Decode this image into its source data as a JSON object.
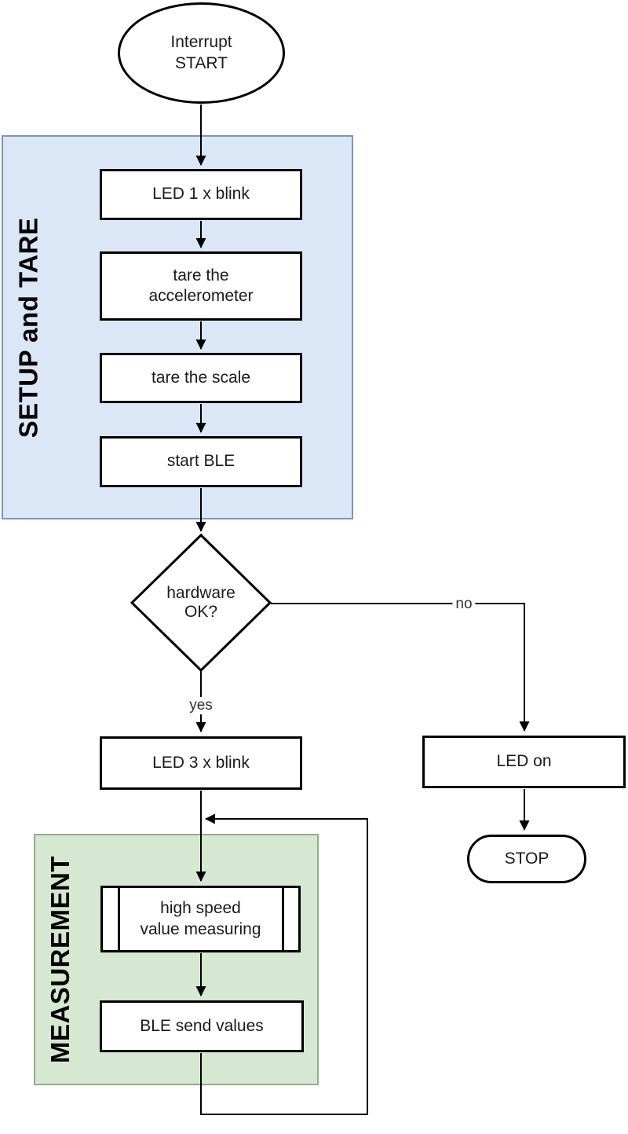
{
  "nodes": {
    "start": "Interrupt\nSTART",
    "led1_blink": "LED 1 x blink",
    "tare_accelerometer": "tare the\naccelerometer",
    "tare_scale": "tare the scale",
    "start_ble": "start BLE",
    "hardware_ok": "hardware\nOK?",
    "led3_blink": "LED 3 x blink",
    "led_on": "LED on",
    "stop": "STOP",
    "high_speed_measuring": "high speed\nvalue measuring",
    "ble_send_values": "BLE send values"
  },
  "containers": {
    "setup": {
      "label": "SETUP and TARE",
      "fill": "#dbe7f7",
      "border": "#7e96ba"
    },
    "measurement": {
      "label": "MEASUREMENT",
      "fill": "#d7e8d2",
      "border": "#94ad89"
    }
  },
  "edges": {
    "yes_label": "yes",
    "no_label": "no"
  },
  "colors": {
    "node_fill": "#ffffff",
    "node_border": "#000000",
    "connector": "#000000"
  }
}
